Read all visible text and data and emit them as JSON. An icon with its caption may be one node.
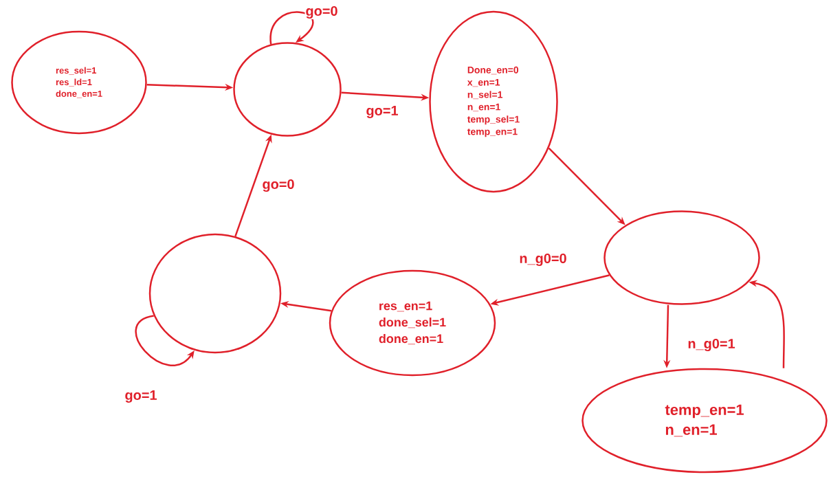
{
  "diagram": {
    "nodes": [
      {
        "text": [
          "res_sel=1",
          "res_ld=1",
          "done_en=1"
        ]
      },
      {
        "text": [],
        "shape": "circle"
      },
      {
        "text": [
          "Done_en=0",
          "x_en=1",
          "n_sel=1",
          "n_en=1",
          "temp_sel=1",
          "temp_en=1"
        ]
      },
      {
        "text": [],
        "shape": "circle"
      },
      {
        "text": [
          "temp_en=1",
          "n_en=1"
        ]
      },
      {
        "text": [
          "res_en=1",
          "done_sel=1",
          "done_en=1"
        ]
      },
      {
        "text": [],
        "shape": "circle"
      }
    ],
    "edges": [
      {
        "from": 0,
        "to": 1,
        "arrow": "to"
      },
      {
        "from": 1,
        "to": 1,
        "arrow": "to",
        "label": "go=0"
      },
      {
        "from": 1,
        "to": 2,
        "arrow": "to",
        "label": "go=1"
      },
      {
        "from": 2,
        "to": 3,
        "arrow": "to"
      },
      {
        "from": 3,
        "to": 4,
        "arrow": "to",
        "label": "n_g0=1"
      },
      {
        "from": 4,
        "to": 3,
        "arrow": "to"
      },
      {
        "from": 3,
        "to": 5,
        "arrow": "to",
        "label": "n_g0=0"
      },
      {
        "from": 5,
        "to": 6,
        "arrow": "to"
      },
      {
        "from": 6,
        "to": 1,
        "arrow": "to",
        "label": "go=0"
      },
      {
        "from": 6,
        "to": 6,
        "arrow": "to",
        "label": "go=1"
      }
    ]
  }
}
